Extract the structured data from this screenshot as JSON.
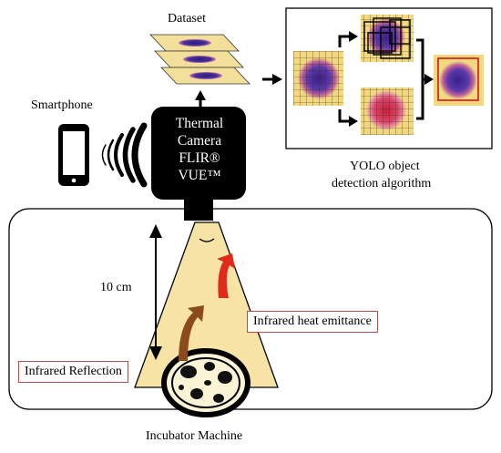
{
  "labels": {
    "dataset": "Dataset",
    "smartphone": "Smartphone",
    "camera": [
      "Thermal",
      "Camera",
      "FLIR®",
      "VUE™"
    ],
    "yolo": [
      "YOLO object",
      "detection algorithm"
    ],
    "distance": "10 cm",
    "infrared_heat": "Infrared heat emittance",
    "infrared_reflection": "Infrared Reflection",
    "incubator": "Incubator Machine"
  },
  "colors": {
    "cone": "#f7e3a6",
    "dataset_stack": "#f1df9a",
    "heat_arrow": "#e02a1a",
    "reflection_arrow": "#8b4a1c",
    "label_border": "#b0504a"
  }
}
